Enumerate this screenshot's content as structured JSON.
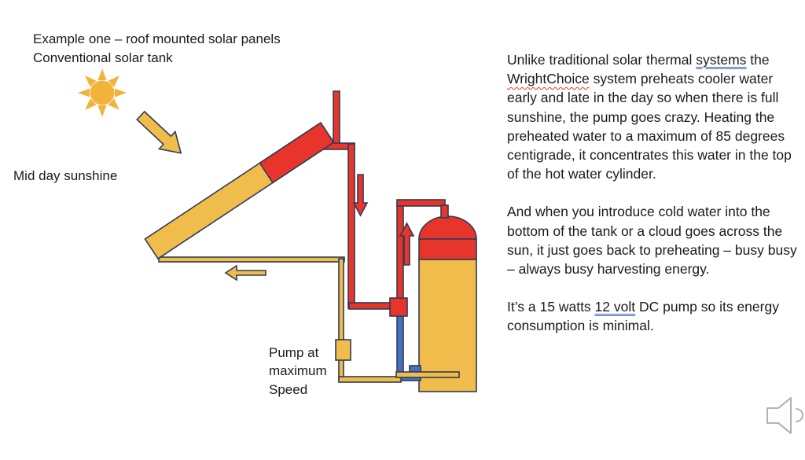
{
  "slide": {
    "title": {
      "line1": "Example one – roof mounted solar panels",
      "line2": "Conventional solar tank"
    },
    "labels": {
      "midday_sunshine": "Mid day sunshine",
      "pump": {
        "line1": "Pump at",
        "line2": "maximum",
        "line3": "Speed"
      }
    },
    "article": {
      "paragraphs": [
        {
          "segments": [
            {
              "text": "Unlike traditional solar thermal "
            },
            {
              "text": "systems",
              "underline": "grammar-double-blue"
            },
            {
              "text": " the "
            },
            {
              "text": "WrightChoice",
              "underline": "spellcheck-wavy-red"
            },
            {
              "text": " system preheats cooler water early and late in the day so when there is full sunshine, the pump goes crazy. Heating the preheated water to a maximum of 85 degrees centigrade, it concentrates this water in the top of the hot water cylinder."
            }
          ]
        },
        {
          "segments": [
            {
              "text": "And when you introduce cold water into the bottom of the tank or a cloud goes across the sun, it just goes back to preheating – busy busy – always busy harvesting energy."
            }
          ]
        },
        {
          "segments": [
            {
              "text": "It’s a 15 watts "
            },
            {
              "text": "12 volt",
              "underline": "grammar-double-blue"
            },
            {
              "text": " DC pump so its energy consumption is minimal."
            }
          ]
        }
      ]
    },
    "diagram": {
      "icons": {
        "sun": "sun-icon",
        "sunshine_arrow": "arrow-down-right-icon",
        "hot_flow_down_arrow": "arrow-down-icon",
        "hot_flow_up_arrow": "arrow-up-icon",
        "return_flow_left_arrow": "arrow-left-icon",
        "speaker": "audio-speaker-icon"
      },
      "elements": {
        "solar_panel": "roof mounted solar panel (yellow with red hot end)",
        "hot_water_cylinder": "tank with red dome top, red hot band, yellow body",
        "pump_red": "red pump junction square",
        "pump_yellow": "yellow pump on cold return",
        "cold_pipe": "blue cold water pipe"
      }
    },
    "colors": {
      "yellow": "#F0BD4C",
      "sun_yellow": "#F2B33C",
      "red": "#E8352B",
      "blue": "#4A6FBE",
      "outline": "#2F3C55",
      "text": "#1B1B1B",
      "grammar": "#3B6CB5",
      "spell": "#E03A2F",
      "speaker": "#A9A9A9"
    }
  }
}
